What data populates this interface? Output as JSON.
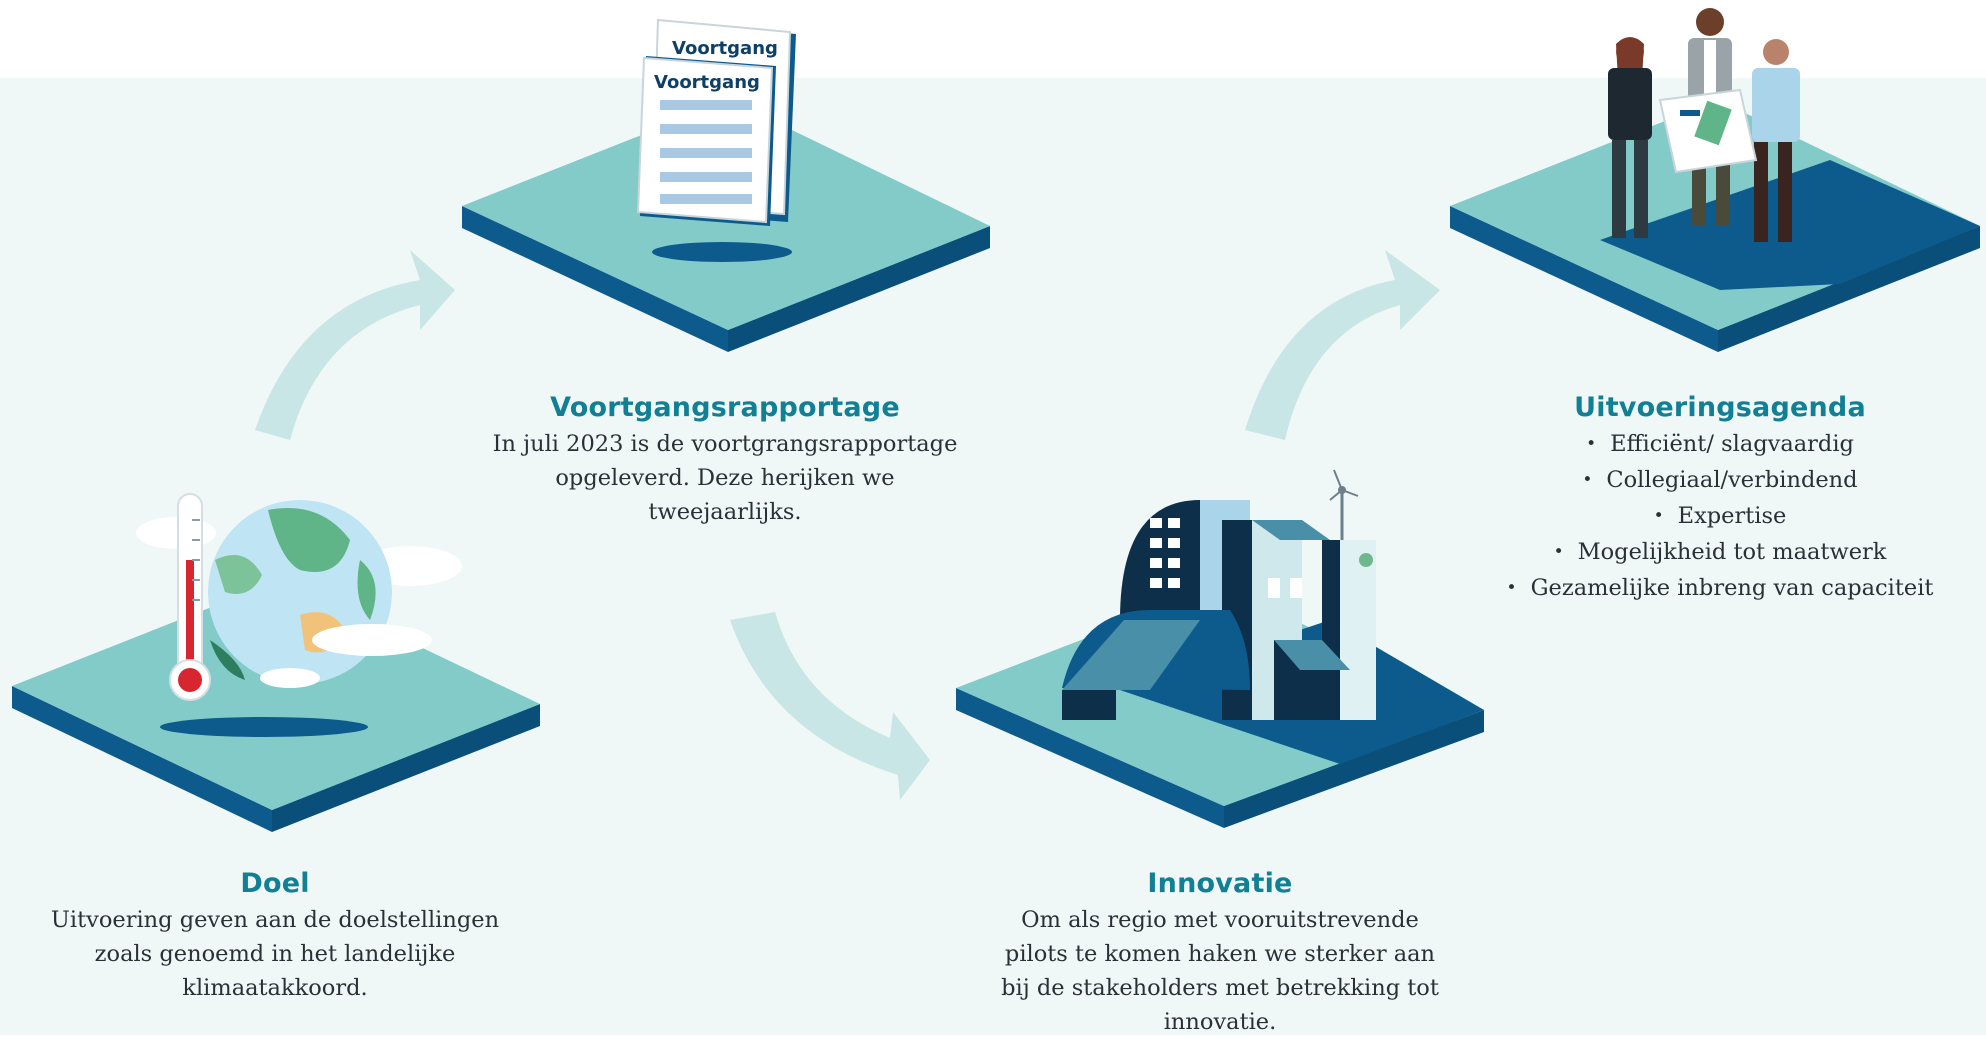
{
  "stages": [
    {
      "id": "doel",
      "title": "Doel",
      "text": "Uitvoering geven aan de doelstellingen zoals genoemd in het landelijke klimaatakkoord."
    },
    {
      "id": "voortgangsrapportage",
      "title": "Voortgangsrapportage",
      "text": "In juli 2023 is de voortgrangsrapportage opgeleverd. Deze herijken we tweejaarlijks.",
      "document_labels": [
        "Voortgang",
        "Voortgang"
      ]
    },
    {
      "id": "innovatie",
      "title": "Innovatie",
      "text": "Om als regio met vooruitstrevende pilots te komen haken we sterker aan bij de stakeholders met betrekking tot innovatie."
    },
    {
      "id": "uitvoeringsagenda",
      "title": "Uitvoeringsagenda",
      "items": [
        "Efficiënt/ slagvaardig",
        "Collegiaal/verbindend",
        "Expertise",
        "Mogelijkheid tot maatwerk",
        "Gezamelijke inbreng van capaciteit"
      ],
      "bullet": "•"
    }
  ],
  "colors": {
    "title": "#117f94",
    "platform_top": "#82cbc9",
    "platform_side": "#0c5b8c",
    "arrow": "#c8e6e6",
    "background_band": "#eff7f7",
    "navy": "#0e2f4a"
  },
  "icons": [
    "globe-thermometer-icon",
    "report-documents-icon",
    "city-buildings-icon",
    "people-meeting-icon",
    "arrow-icon"
  ]
}
